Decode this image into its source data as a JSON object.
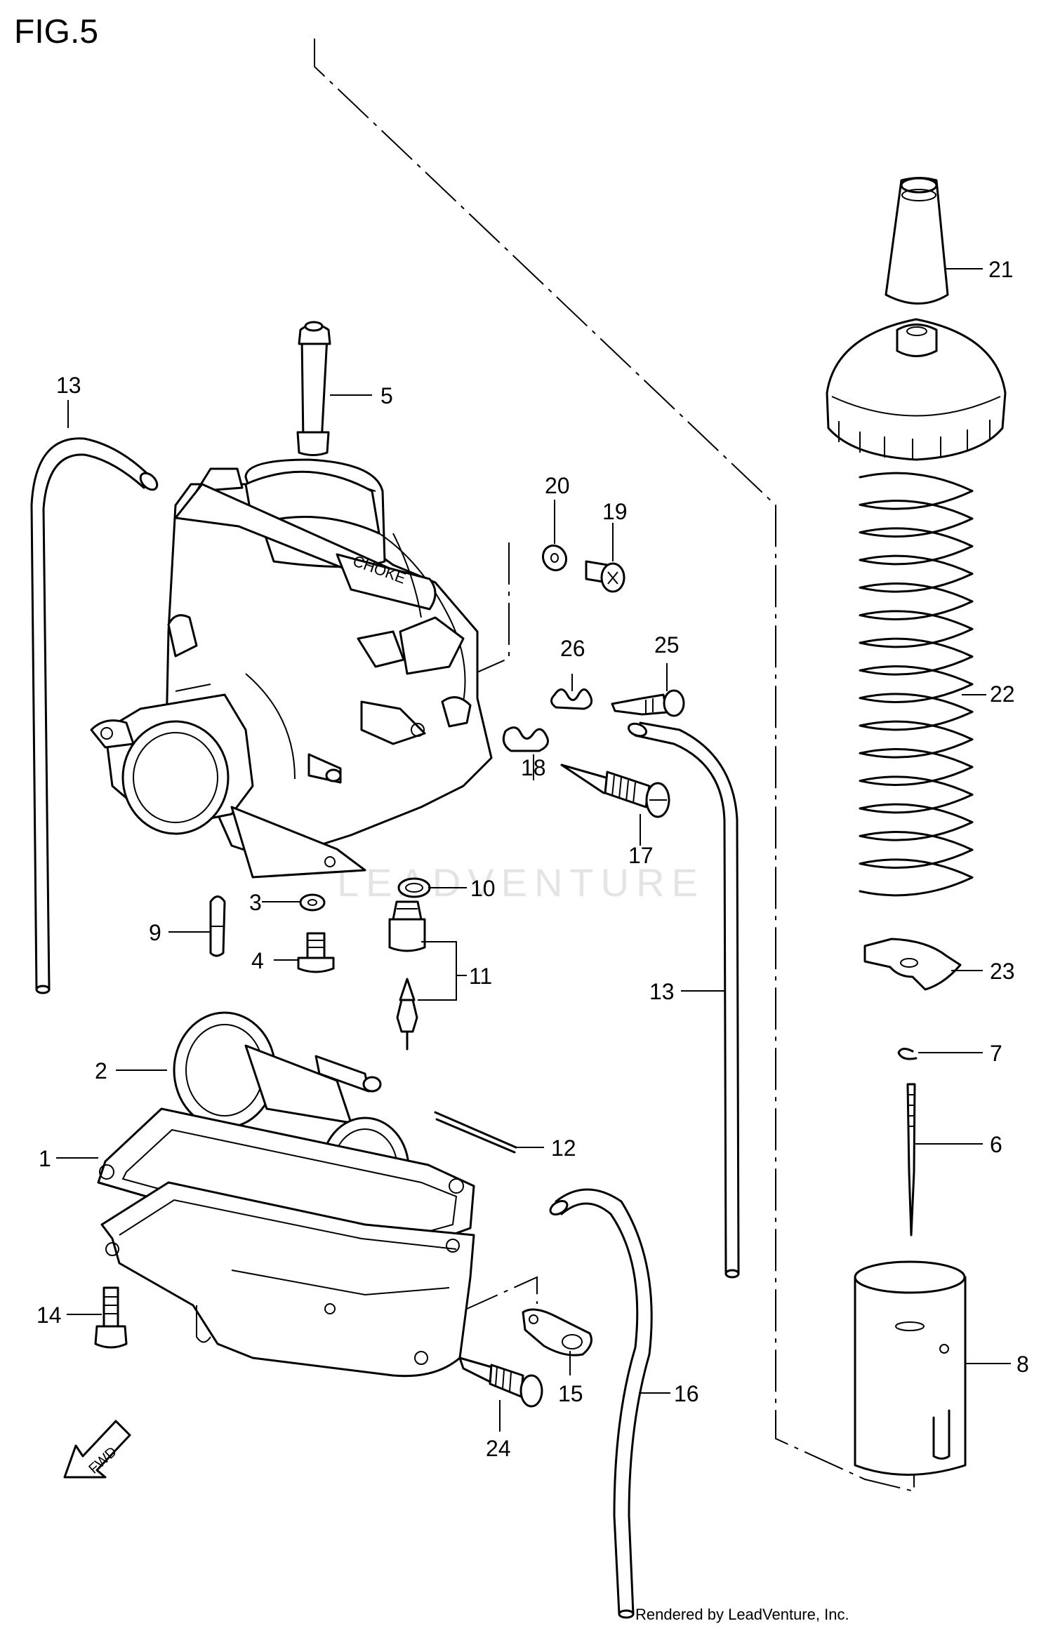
{
  "figure_title": "FIG.5",
  "footer": "Rendered by LeadVenture, Inc.",
  "watermark": "LEADVENTURE",
  "fwd_label": "FWD",
  "choke_text": "CHOKE",
  "callouts": {
    "c1": "1",
    "c2": "2",
    "c3": "3",
    "c4": "4",
    "c5": "5",
    "c6": "6",
    "c7": "7",
    "c8": "8",
    "c9": "9",
    "c10": "10",
    "c11": "11",
    "c12": "12",
    "c13a": "13",
    "c13b": "13",
    "c14": "14",
    "c15": "15",
    "c16": "16",
    "c17": "17",
    "c18": "18",
    "c19": "19",
    "c20": "20",
    "c21": "21",
    "c22": "22",
    "c23": "23",
    "c24": "24",
    "c25": "25",
    "c26": "26"
  }
}
